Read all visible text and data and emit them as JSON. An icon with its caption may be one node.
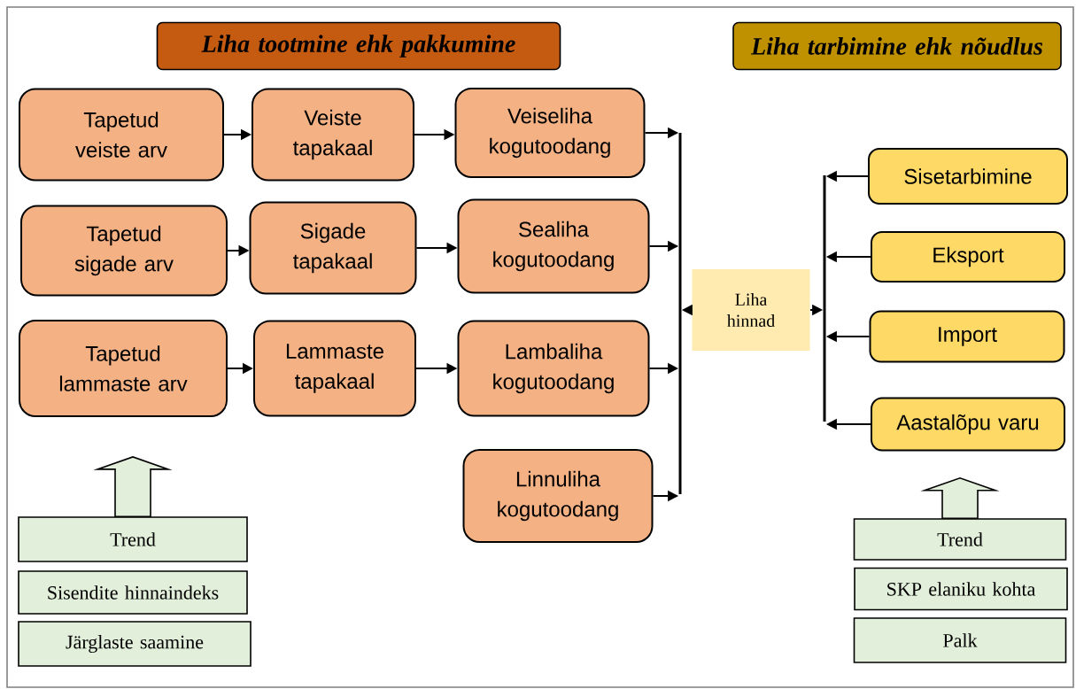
{
  "diagram": {
    "nodes": [
      {
        "text": [
          "Liha tootmine ehk pakkumine"
        ]
      },
      {
        "text": [
          "Liha tarbimine ehk nõudlus"
        ]
      },
      {
        "text": [
          "Tapetud veiste arv"
        ]
      },
      {
        "text": [
          "Veiste tapakaal"
        ]
      },
      {
        "text": [
          "Veiseliha kogutoodang"
        ]
      },
      {
        "text": [
          "Tapetud sigade arv"
        ]
      },
      {
        "text": [
          "Sigade tapakaal"
        ]
      },
      {
        "text": [
          "Sealiha kogutoodang"
        ]
      },
      {
        "text": [
          "Tapetud lammaste arv"
        ]
      },
      {
        "text": [
          "Lammaste tapakaal"
        ]
      },
      {
        "text": [
          "Lambaliha kogutoodang"
        ]
      },
      {
        "text": [
          "Linnuliha kogutoodang"
        ]
      },
      {
        "text": [
          "Liha hinnad"
        ]
      },
      {
        "text": [
          "Sisetarbimine"
        ]
      },
      {
        "text": [
          "Eksport"
        ]
      },
      {
        "text": [
          "Import"
        ]
      },
      {
        "text": [
          "Aastalõpu varu"
        ]
      },
      {
        "text": [
          "Trend"
        ]
      },
      {
        "text": [
          "Sisendite hinnaindeks"
        ]
      },
      {
        "text": [
          "Järglaste saamine"
        ]
      },
      {
        "text": [
          "Trend"
        ]
      },
      {
        "text": [
          "SKP elaniku kohta"
        ]
      },
      {
        "text": [
          "Palk"
        ]
      },
      {
        "text": [],
        "shape": "bar"
      },
      {
        "text": [],
        "shape": "bar"
      }
    ],
    "edges": [
      {
        "from": 2,
        "to": 3,
        "arrow": "to"
      },
      {
        "from": 3,
        "to": 4,
        "arrow": "to"
      },
      {
        "from": 5,
        "to": 6,
        "arrow": "to"
      },
      {
        "from": 6,
        "to": 7,
        "arrow": "to"
      },
      {
        "from": 8,
        "to": 9,
        "arrow": "to"
      },
      {
        "from": 9,
        "to": 10,
        "arrow": "to"
      },
      {
        "from": 4,
        "to": 23,
        "arrow": "to"
      },
      {
        "from": 7,
        "to": 23,
        "arrow": "to"
      },
      {
        "from": 10,
        "to": 23,
        "arrow": "to"
      },
      {
        "from": 11,
        "to": 23,
        "arrow": "to"
      },
      {
        "from": 12,
        "to": 23,
        "arrow": "to"
      },
      {
        "from": 12,
        "to": 24,
        "arrow": "to"
      },
      {
        "from": 13,
        "to": 24,
        "arrow": "to"
      },
      {
        "from": 14,
        "to": 24,
        "arrow": "to"
      },
      {
        "from": 15,
        "to": 24,
        "arrow": "to"
      },
      {
        "from": 16,
        "to": 24,
        "arrow": "to"
      },
      {
        "from": 17,
        "to": 8,
        "arrow": "to",
        "style": "thick"
      },
      {
        "from": 20,
        "to": 16,
        "arrow": "to",
        "style": "thick"
      }
    ]
  }
}
